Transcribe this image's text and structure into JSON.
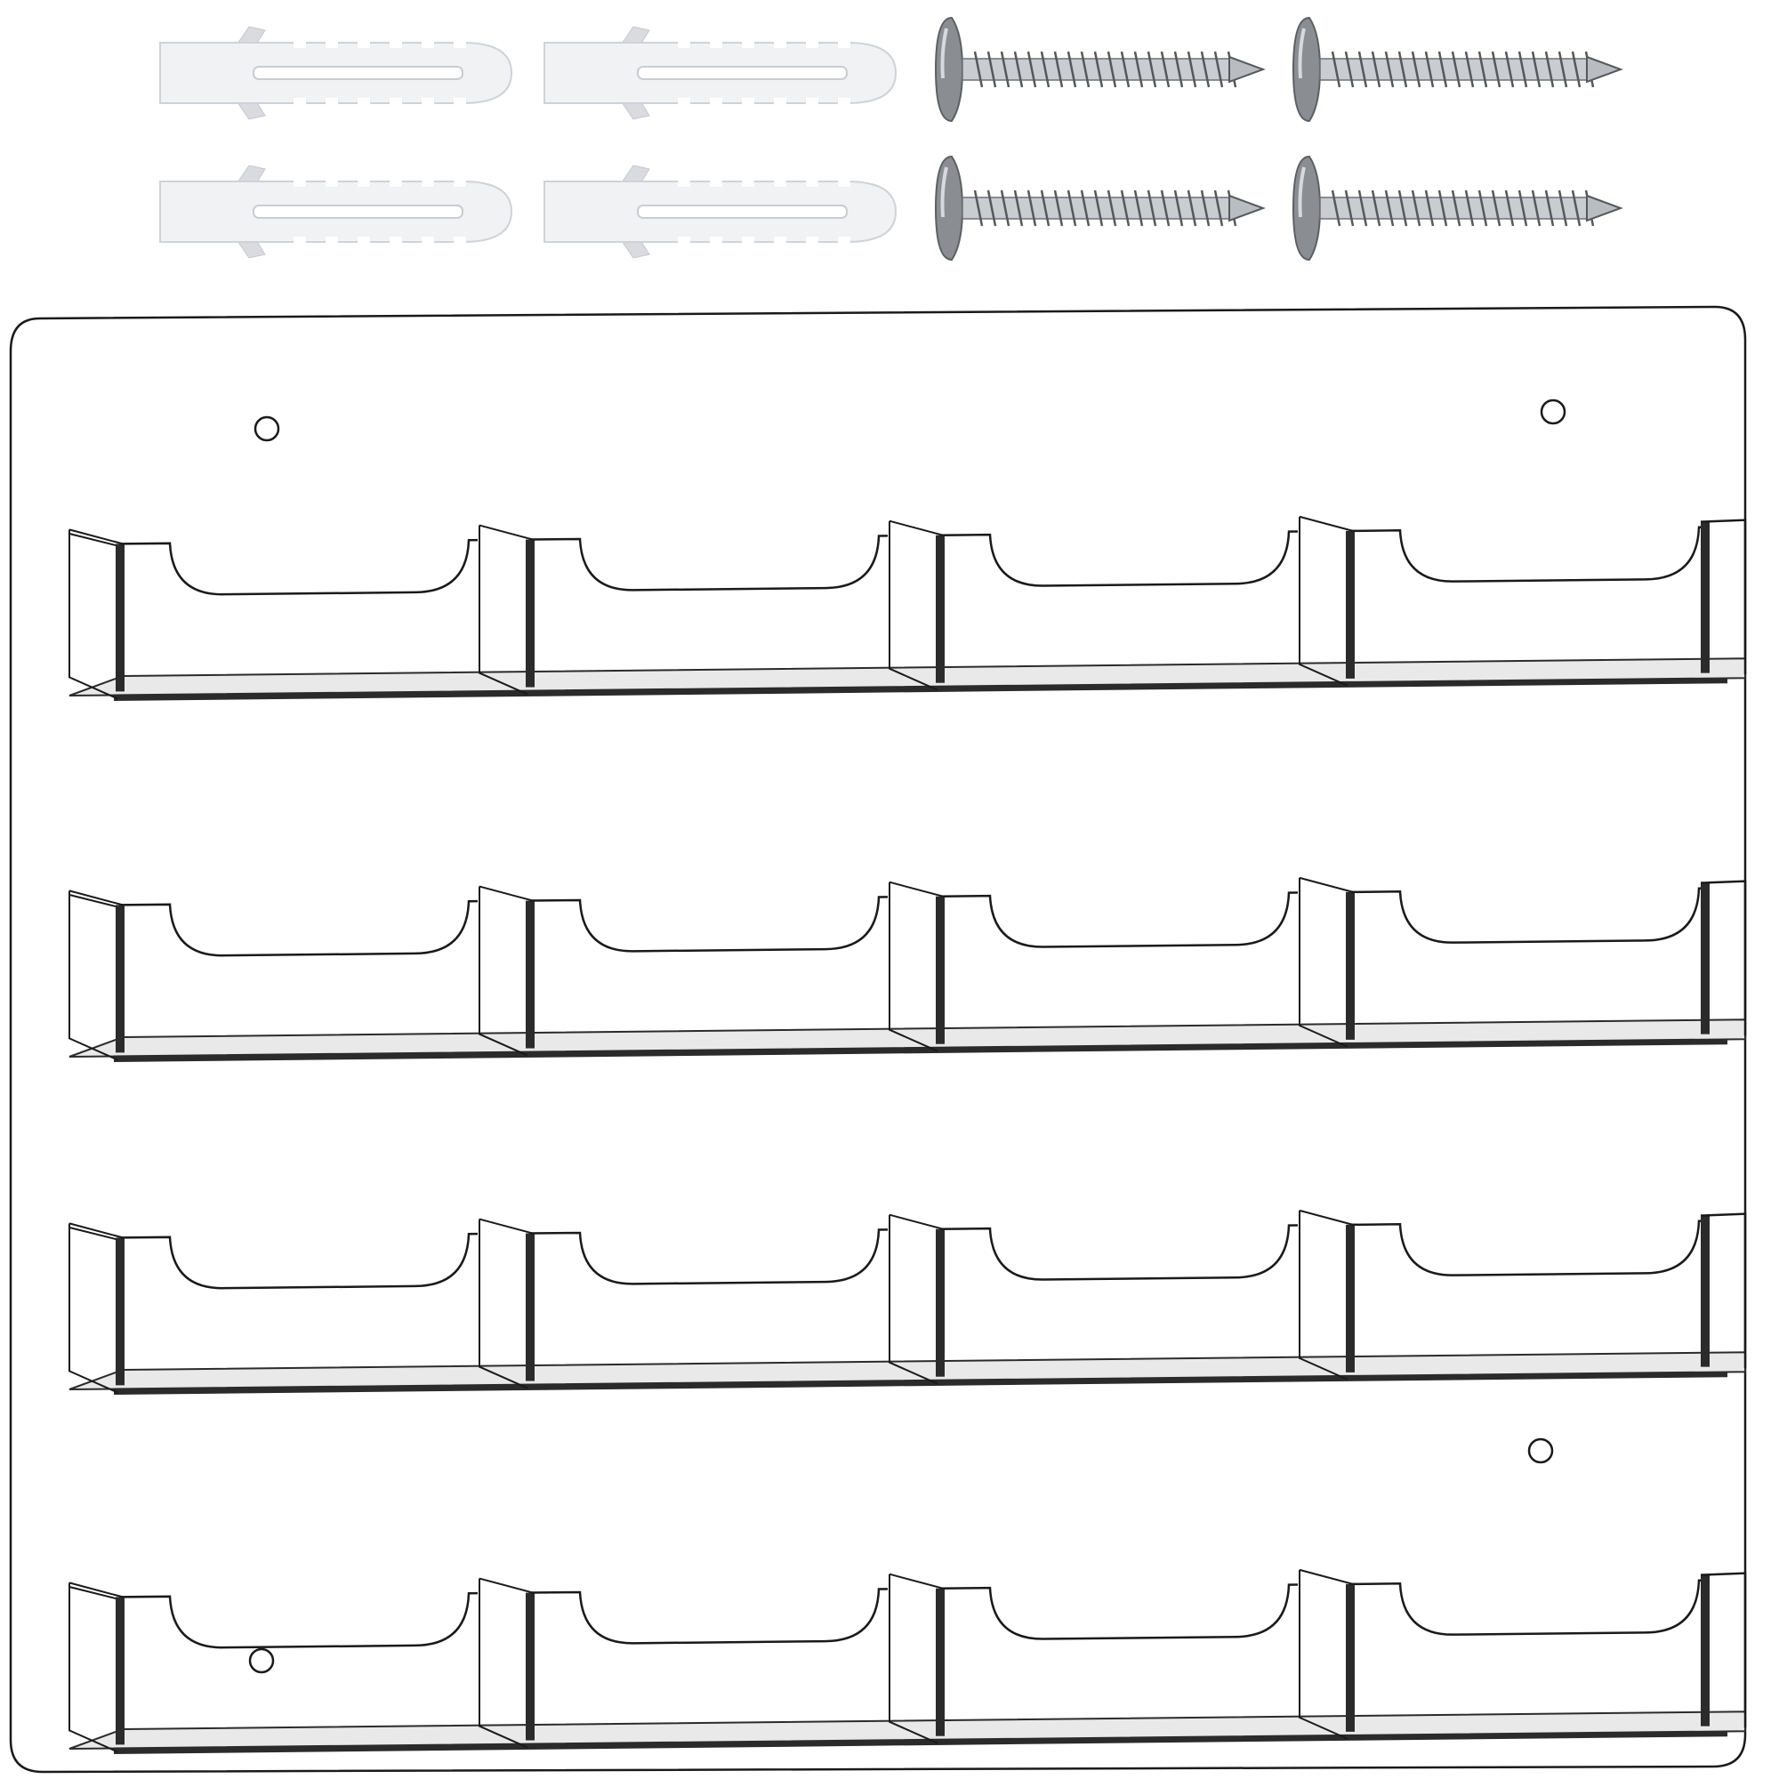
{
  "colors": {
    "background": "#ffffff",
    "outline": "#1a1a1a",
    "acrylic_edge": "#2b2b2b",
    "acrylic_floor": "#e9e9e9",
    "anchor_fill": "#f1f2f4",
    "anchor_shade": "#d9dbdf",
    "screw_metal": "#8a8d92",
    "screw_highlight": "#d7d9dc"
  },
  "product": {
    "rows": 4,
    "pockets_per_row": 4,
    "mounting_holes": 4
  },
  "hardware": {
    "wall_anchors": 4,
    "screws": 4
  },
  "icons": [
    "wall-anchor-icon",
    "screw-icon",
    "mounting-hole-icon"
  ]
}
